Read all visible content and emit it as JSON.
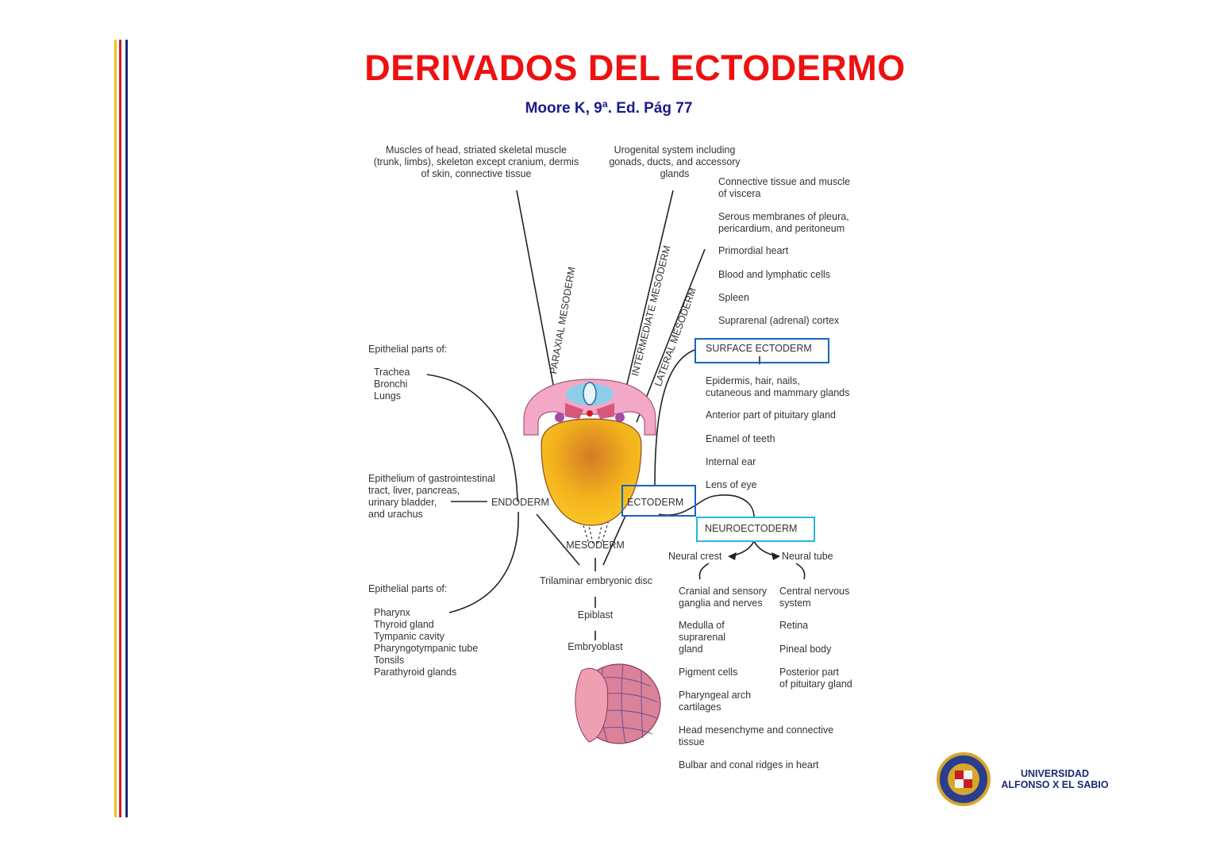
{
  "slide": {
    "title": "DERIVADOS DEL ECTODERMO",
    "subtitle": "Moore K, 9ª. Ed. Pág 77"
  },
  "diagram": {
    "paraxial": {
      "derivatives": "Muscles of head, striated skeletal muscle\n(trunk, limbs), skeleton except cranium, dermis\nof skin, connective tissue",
      "label": "PARAXIAL MESODERM"
    },
    "intermediate": {
      "derivatives": "Urogenital system including\ngonads, ducts, and accessory\nglands",
      "label": "INTERMEDIATE MESODERM"
    },
    "lateral": {
      "label": "LATERAL MESODERM",
      "derivatives": [
        "Connective tissue and muscle\nof viscera",
        "Serous membranes of pleura,\npericardium, and peritoneum",
        "Primordial heart",
        "Blood and lymphatic cells",
        "Spleen",
        "Suprarenal (adrenal) cortex"
      ]
    },
    "endoderm": {
      "label": "ENDODERM",
      "upper_heading": "Epithelial parts of:",
      "upper_items": "Trachea\nBronchi\nLungs",
      "middle": "Epithelium of gastrointestinal\ntract, liver, pancreas,\nurinary bladder,\nand urachus",
      "lower_heading": "Epithelial parts of:",
      "lower_items": "Pharynx\nThyroid gland\nTympanic cavity\nPharyngotympanic tube\nTonsils\nParathyroid glands"
    },
    "surface_ectoderm": {
      "label": "SURFACE ECTODERM",
      "derivatives": [
        "Epidermis, hair, nails,\ncutaneous and mammary glands",
        "Anterior part of pituitary gland",
        "Enamel of teeth",
        "Internal ear",
        "Lens of eye"
      ]
    },
    "ectoderm": {
      "label": "ECTODERM"
    },
    "neuroectoderm": {
      "label": "NEUROECTODERM",
      "neural_crest": {
        "label": "Neural crest",
        "derivatives": [
          "Cranial and sensory\nganglia and nerves",
          "Medulla of\nsuprarenal\ngland",
          "Pigment cells",
          "Pharyngeal arch\ncartilages",
          "Head mesenchyme and connective\ntissue",
          "Bulbar and conal ridges in heart"
        ]
      },
      "neural_tube": {
        "label": "Neural tube",
        "derivatives": [
          "Central nervous\nsystem",
          "Retina",
          "Pineal body",
          "Posterior part\nof pituitary gland"
        ]
      }
    },
    "mesoderm": {
      "label": "MESODERM"
    },
    "origin": {
      "trilaminar": "Trilaminar embryonic disc",
      "epiblast": "Epiblast",
      "embryoblast": "Embryoblast"
    }
  },
  "logo": {
    "text": "UNIVERSIDAD\nALFONSO X EL SABIO"
  },
  "colors": {
    "title": "#ee1111",
    "subtitle": "#1a1a8c",
    "box_blue": "#1565c0",
    "box_cyan": "#29b6e0",
    "stripe_gold": "#f0c419",
    "stripe_red": "#d21f1f",
    "stripe_navy": "#1b2a78"
  }
}
